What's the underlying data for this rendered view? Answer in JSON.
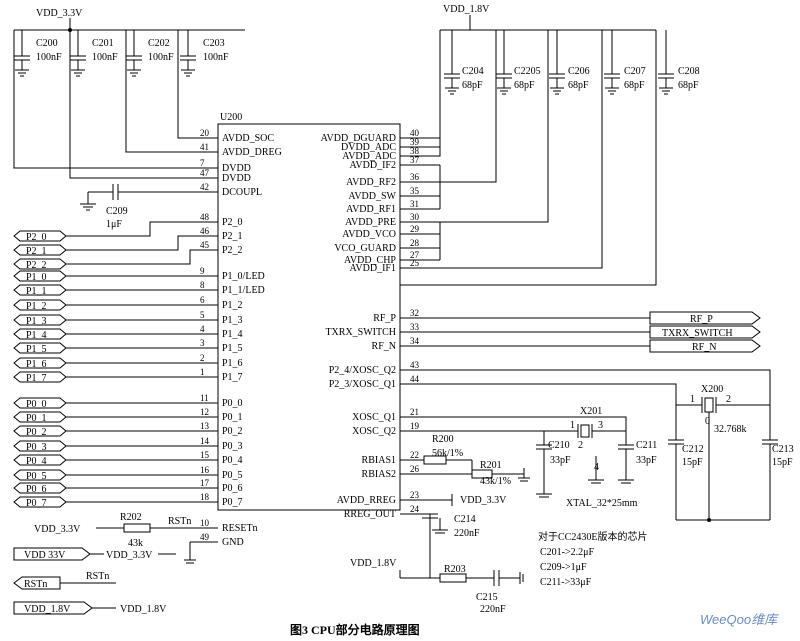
{
  "nets": {
    "vdd33": "VDD_3.3V",
    "vdd18": "VDD_1.8V"
  },
  "chip": {
    "refdes": "U200",
    "left_pins": [
      {
        "num": "20",
        "name": "AVDD_SOC"
      },
      {
        "num": "41",
        "name": "AVDD_DREG"
      },
      {
        "num": "7",
        "name": "DVDD"
      },
      {
        "num": "47",
        "name": "DVDD"
      },
      {
        "num": "42",
        "name": "DCOUPL"
      },
      {
        "num": "48",
        "name": "P2_0"
      },
      {
        "num": "46",
        "name": "P2_1"
      },
      {
        "num": "45",
        "name": "P2_2"
      },
      {
        "num": "9",
        "name": "P1_0/LED"
      },
      {
        "num": "8",
        "name": "P1_1/LED"
      },
      {
        "num": "6",
        "name": "P1_2"
      },
      {
        "num": "5",
        "name": "P1_3"
      },
      {
        "num": "4",
        "name": "P1_4"
      },
      {
        "num": "3",
        "name": "P1_5"
      },
      {
        "num": "2",
        "name": "P1_6"
      },
      {
        "num": "1",
        "name": "P1_7"
      },
      {
        "num": "11",
        "name": "P0_0"
      },
      {
        "num": "12",
        "name": "P0_1"
      },
      {
        "num": "13",
        "name": "P0_2"
      },
      {
        "num": "14",
        "name": "P0_3"
      },
      {
        "num": "15",
        "name": "P0_4"
      },
      {
        "num": "16",
        "name": "P0_5"
      },
      {
        "num": "17",
        "name": "P0_6"
      },
      {
        "num": "18",
        "name": "P0_7"
      },
      {
        "num": "10",
        "name": "RESETn"
      },
      {
        "num": "49",
        "name": "GND"
      }
    ],
    "right_pins": [
      {
        "num": "40",
        "name": "AVDD_DGUARD"
      },
      {
        "num": "39",
        "name": "DVDD_ADC"
      },
      {
        "num": "38",
        "name": "AVDD_ADC"
      },
      {
        "num": "37",
        "name": "AVDD_IF2"
      },
      {
        "num": "36",
        "name": "AVDD_RF2"
      },
      {
        "num": "35",
        "name": "AVDD_SW"
      },
      {
        "num": "31",
        "name": "AVDD_RF1"
      },
      {
        "num": "30",
        "name": "AVDD_PRE"
      },
      {
        "num": "29",
        "name": "AVDD_VCO"
      },
      {
        "num": "28",
        "name": "VCO_GUARD"
      },
      {
        "num": "27",
        "name": "AVDD_CHP"
      },
      {
        "num": "25",
        "name": "AVDD_IF1"
      },
      {
        "num": "32",
        "name": "RF_P"
      },
      {
        "num": "33",
        "name": "TXRX_SWITCH"
      },
      {
        "num": "34",
        "name": "RF_N"
      },
      {
        "num": "43",
        "name": "P2_4/XOSC_Q2"
      },
      {
        "num": "44",
        "name": "P2_3/XOSC_Q1"
      },
      {
        "num": "21",
        "name": "XOSC_Q1"
      },
      {
        "num": "19",
        "name": "XOSC_Q2"
      },
      {
        "num": "22",
        "name": "RBIAS1"
      },
      {
        "num": "26",
        "name": "RBIAS2"
      },
      {
        "num": "23",
        "name": "AVDD_RREG"
      },
      {
        "num": "24",
        "name": "RREG_OUT"
      }
    ]
  },
  "port_labels": [
    "P2_0",
    "P2_1",
    "P2_2",
    "P1_0",
    "P1_1",
    "P1_2",
    "P1_3",
    "P1_4",
    "P1_5",
    "P1_6",
    "P1_7",
    "P0_0",
    "P0_1",
    "P0_2",
    "P0_3",
    "P0_4",
    "P0_5",
    "P0_6",
    "P0_7"
  ],
  "rf_ports": [
    "RF_P",
    "TXRX_SWITCH",
    "RF_N"
  ],
  "caps_top_left": [
    {
      "ref": "C200",
      "val": "100nF"
    },
    {
      "ref": "C201",
      "val": "100nF"
    },
    {
      "ref": "C202",
      "val": "100nF"
    },
    {
      "ref": "C203",
      "val": "100nF"
    }
  ],
  "caps_top_right": [
    {
      "ref": "C204",
      "val": "68pF"
    },
    {
      "ref": "C2205",
      "val": "68pF"
    },
    {
      "ref": "C206",
      "val": "68pF"
    },
    {
      "ref": "C207",
      "val": "68pF"
    },
    {
      "ref": "C208",
      "val": "68pF"
    }
  ],
  "c209": {
    "ref": "C209",
    "val": "1μF"
  },
  "x201": {
    "ref": "X201",
    "pin1": "1",
    "pin3": "3",
    "pin2": "2",
    "pin4": "4",
    "note": "XTAL_32*25mm"
  },
  "x200": {
    "ref": "X200",
    "pin1": "1",
    "pin2": "2",
    "pin0": "0",
    "freq": "32.768k"
  },
  "c210": {
    "ref": "C210",
    "val": "33pF"
  },
  "c211": {
    "ref": "C211",
    "val": "33pF"
  },
  "c212": {
    "ref": "C212",
    "val": "15pF"
  },
  "c213": {
    "ref": "C213",
    "val": "15pF"
  },
  "r200": {
    "ref": "R200",
    "val": "56k/1%"
  },
  "r201": {
    "ref": "R201",
    "val": "43k/1%"
  },
  "c214": {
    "ref": "C214",
    "val": "220nF"
  },
  "c215": {
    "ref": "C215",
    "val": "220nF"
  },
  "r203": {
    "ref": "R203"
  },
  "reset": {
    "r_ref": "R202",
    "r_val": "43k",
    "net": "RSTn"
  },
  "legend_left": {
    "vdd33_label": "VDD 33V",
    "rstn_label": "RSTn",
    "vdd18_label": "VDD_1.8V"
  },
  "notes": {
    "title": "对于CC2430E版本的芯片",
    "line1": "C201->2.2μF",
    "line2": "C209->1μF",
    "line3": "C211->33μF"
  },
  "caption": "图3   CPU部分电路原理图",
  "watermark": "WeeQoo维库"
}
